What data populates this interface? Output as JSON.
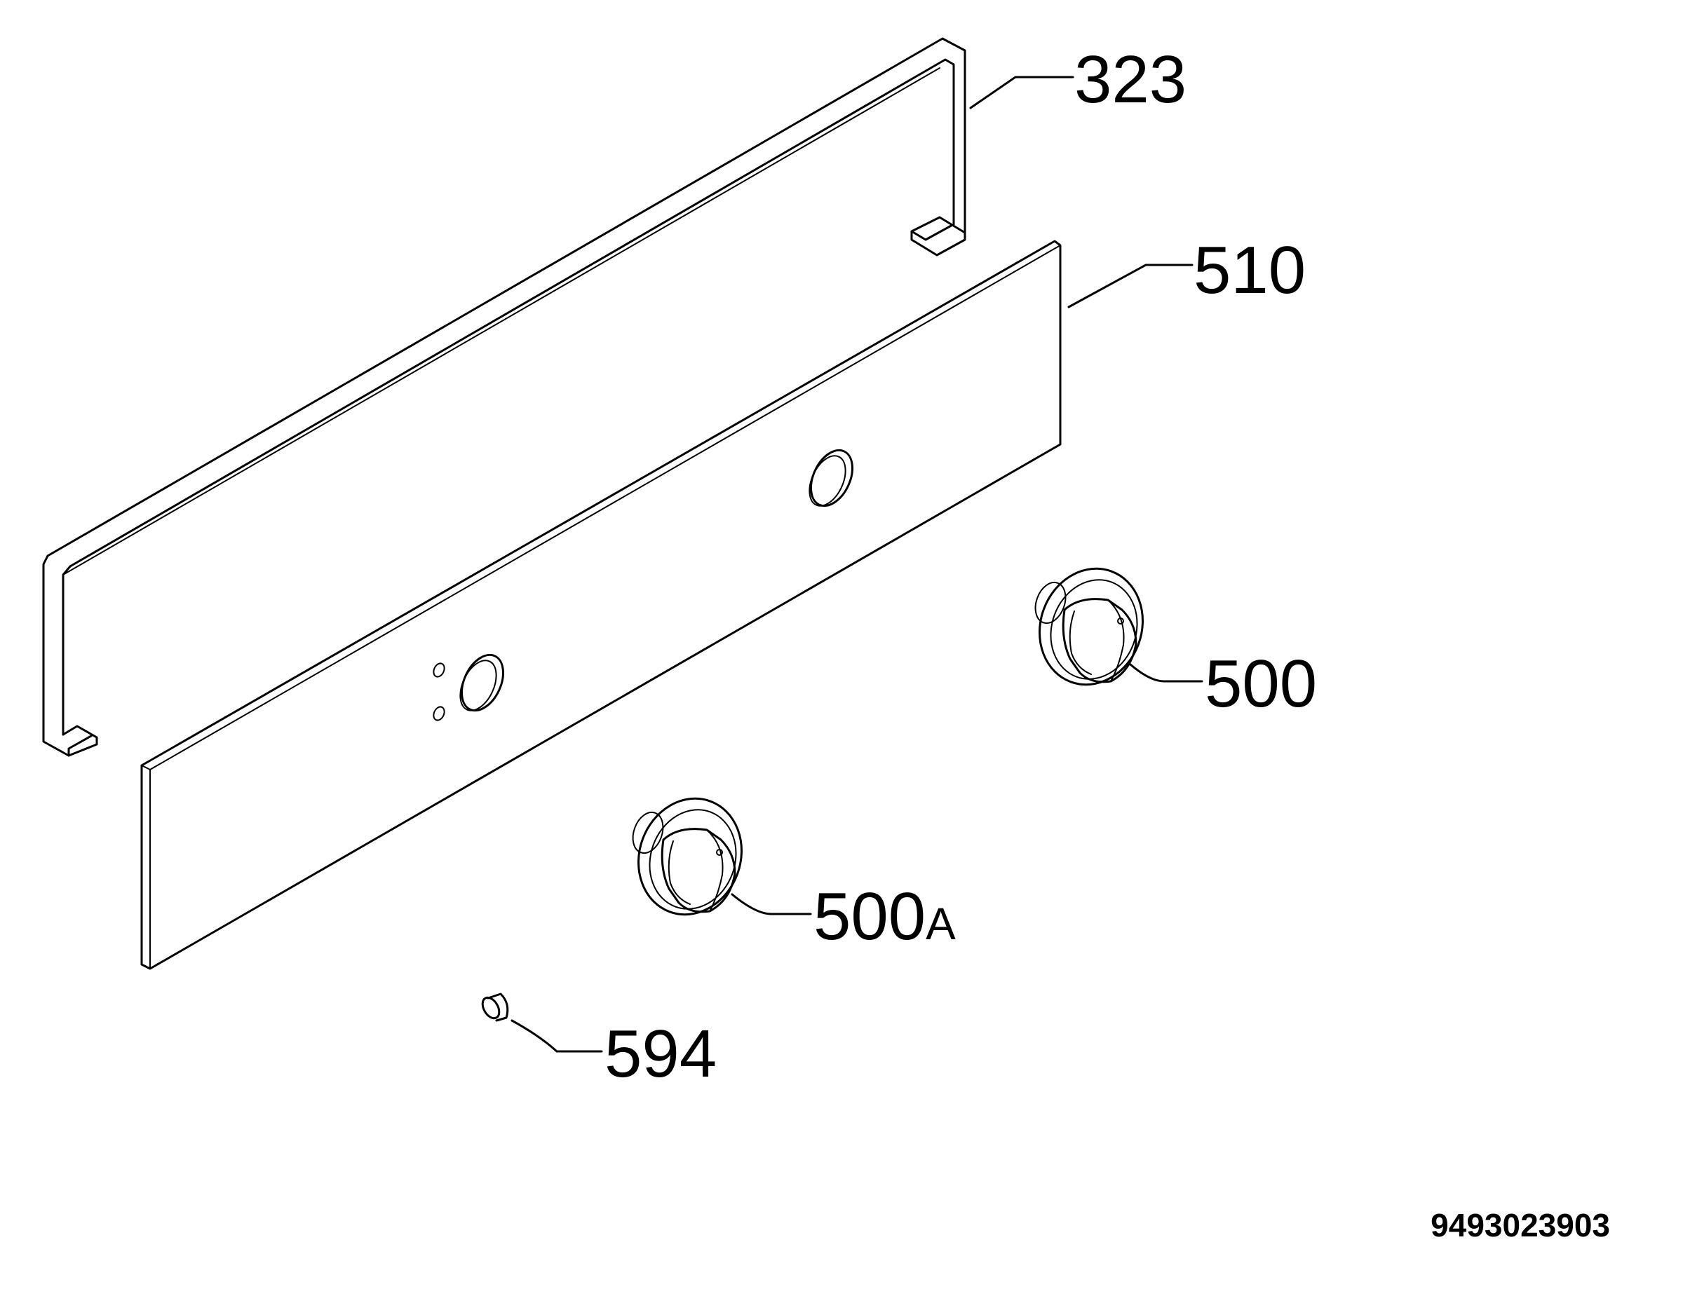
{
  "callouts": {
    "frame": "323",
    "panel": "510",
    "knob_right": "500",
    "knob_left_num": "500",
    "knob_left_suffix": "A",
    "plug": "594"
  },
  "document_number": "9493023903"
}
